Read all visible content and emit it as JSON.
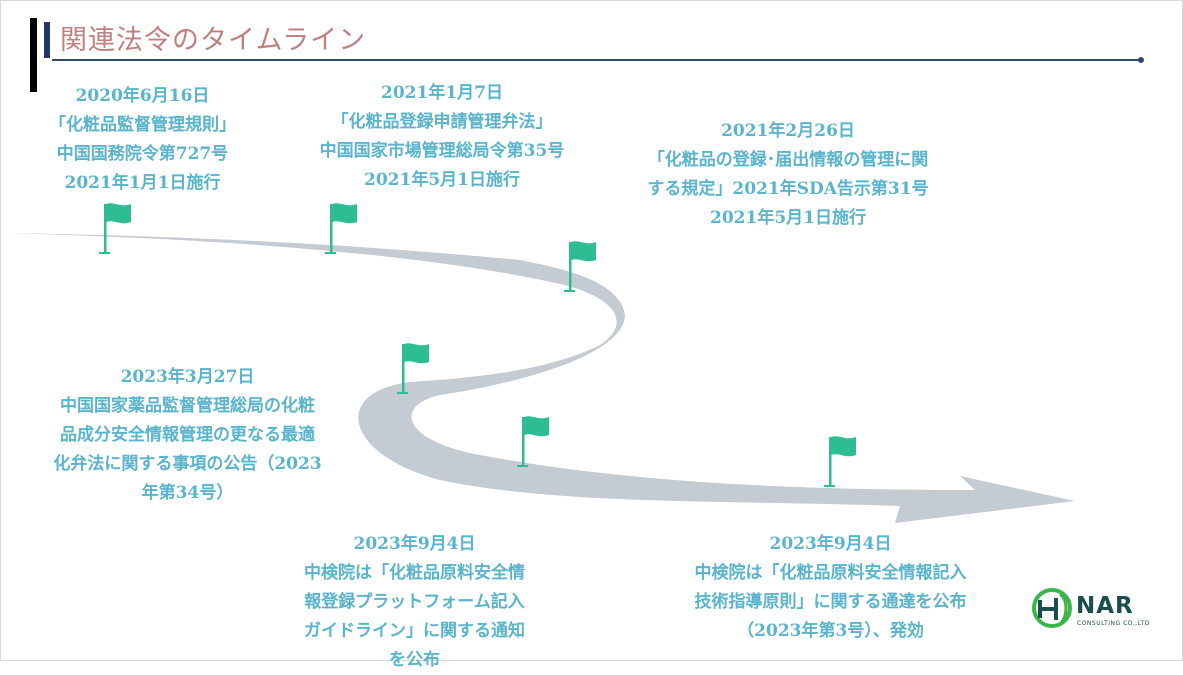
{
  "title": "関連法令のタイムライン",
  "colors": {
    "text": "#5ab4cc",
    "flag": "#2ebd93",
    "road": "#c5cbd3",
    "title": "#c08080"
  },
  "events": [
    {
      "lines": [
        "2020年6月16日",
        "「化粧品監督管理規則」",
        "中国国務院令第727号",
        "2021年1月1日施行"
      ]
    },
    {
      "lines": [
        "2021年1月7日",
        "「化粧品登録申請管理弁法」",
        "中国国家市場管理総局令第35号",
        "2021年5月1日施行"
      ]
    },
    {
      "lines": [
        "2021年2月26日",
        "「化粧品の登録･届出情報の管理に関",
        "する規定」2021年SDA告示第31号",
        "2021年5月1日施行"
      ]
    },
    {
      "lines": [
        "2023年3月27日",
        "中国国家薬品監督管理総局の化粧",
        "品成分安全情報管理の更なる最適",
        "化弁法に関する事項の公告（2023",
        "年第34号）"
      ]
    },
    {
      "lines": [
        "2023年9月4日",
        "中検院は「化粧品原料安全情",
        "報登録プラットフォーム記入",
        "ガイドライン」に関する通知",
        "を公布"
      ]
    },
    {
      "lines": [
        "2023年9月4日",
        "中検院は「化粧品原料安全情報記入",
        "技術指導原則」に関する通達を公布",
        "（2023年第3号）、発効"
      ]
    }
  ],
  "logo": {
    "text": "NAR",
    "subtext": "CONSULTING CO.,LTD"
  }
}
